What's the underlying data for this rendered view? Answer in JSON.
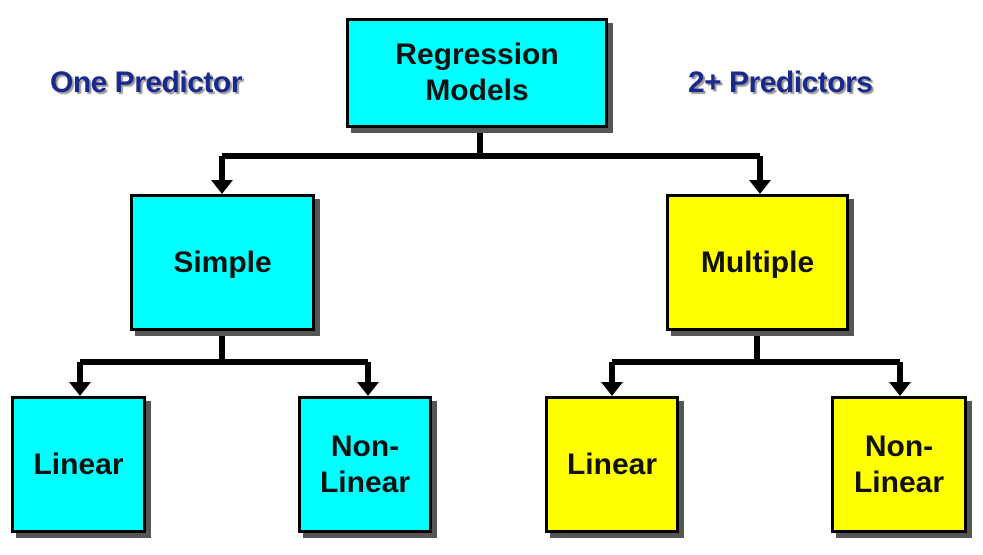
{
  "headings": {
    "left": "One Predictor",
    "right": "2+ Predictors"
  },
  "nodes": {
    "root": "Regression\nModels",
    "simple": "Simple",
    "multiple": "Multiple",
    "simple_linear": "Linear",
    "simple_nonlinear": "Non-\nLinear",
    "multiple_linear": "Linear",
    "multiple_nonlinear": "Non-\nLinear"
  },
  "edges": [
    [
      "root",
      "simple"
    ],
    [
      "root",
      "multiple"
    ],
    [
      "simple",
      "simple_linear"
    ],
    [
      "simple",
      "simple_nonlinear"
    ],
    [
      "multiple",
      "multiple_linear"
    ],
    [
      "multiple",
      "multiple_nonlinear"
    ]
  ],
  "colors": {
    "simple_branch": "#00ffff",
    "multiple_branch": "#ffff00",
    "heading_text": "#1a2a8c",
    "connector": "#000000"
  }
}
